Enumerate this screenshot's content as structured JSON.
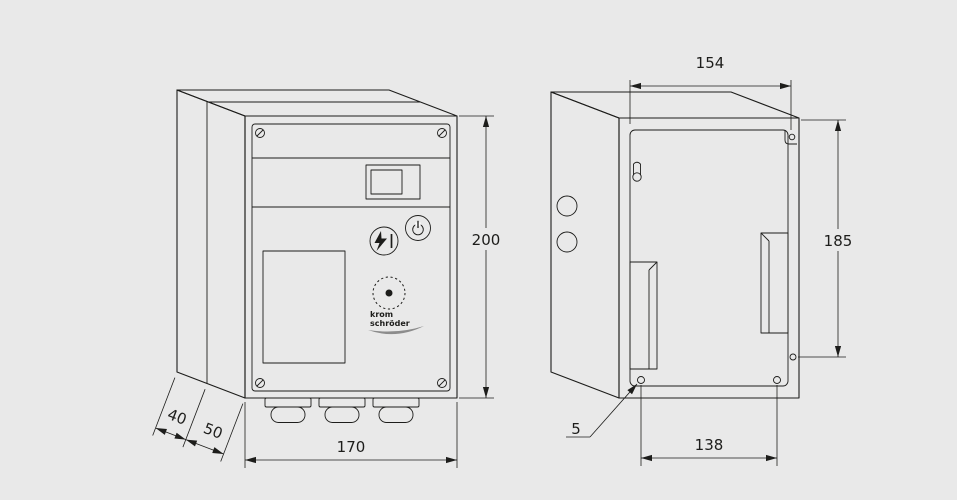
{
  "colors": {
    "background": "#e9e9e9",
    "surface": "#fcfcfc",
    "line": "#1d1d1b",
    "logo_swoosh": "#8c8c8c"
  },
  "front_view": {
    "dims": {
      "height": "200",
      "width": "170",
      "depth_rear": "40",
      "depth_front": "50"
    },
    "logo": {
      "line1": "krom",
      "line2": "schröder"
    }
  },
  "rear_view": {
    "dims": {
      "top_width": "154",
      "height": "185",
      "bottom_width": "138",
      "hole_diameter": "5"
    }
  }
}
